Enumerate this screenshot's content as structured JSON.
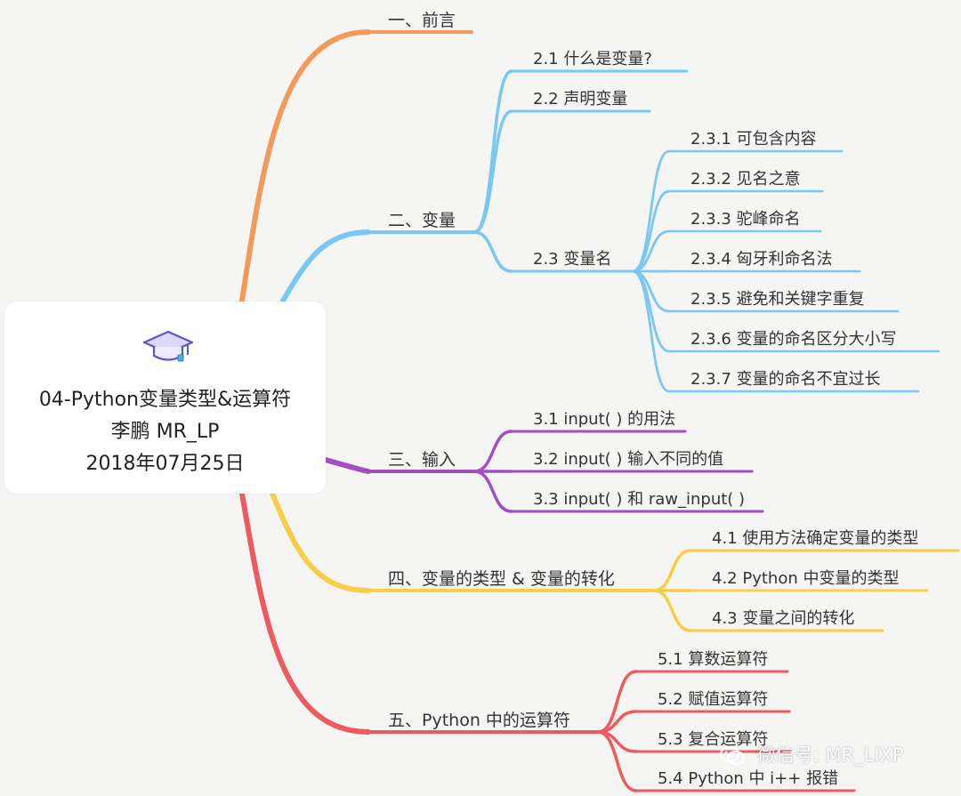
{
  "root": {
    "title": "04-Python变量类型&运算符",
    "author": "李鹏 MR_LP",
    "date": "2018年07月25日",
    "icon": "graduation-cap-icon"
  },
  "branches": [
    {
      "id": "b1",
      "label": "一、前言",
      "color": "#f39a5a",
      "children": []
    },
    {
      "id": "b2",
      "label": "二、变量",
      "color": "#79c7f2",
      "children": [
        {
          "label": "2.1 什么是变量?",
          "children": []
        },
        {
          "label": "2.2 声明变量",
          "children": []
        },
        {
          "label": "2.3 变量名",
          "children": [
            {
              "label": "2.3.1 可包含内容"
            },
            {
              "label": "2.3.2 见名之意"
            },
            {
              "label": "2.3.3 驼峰命名"
            },
            {
              "label": "2.3.4 匈牙利命名法"
            },
            {
              "label": "2.3.5 避免和关键字重复"
            },
            {
              "label": "2.3.6 变量的命名区分大小写"
            },
            {
              "label": "2.3.7 变量的命名不宜过长"
            }
          ]
        }
      ]
    },
    {
      "id": "b3",
      "label": "三、输入",
      "color": "#a24fc3",
      "children": [
        {
          "label": "3.1 input( ) 的用法",
          "children": []
        },
        {
          "label": "3.2 input( ) 输入不同的值",
          "children": []
        },
        {
          "label": "3.3 input( ) 和 raw_input( )",
          "children": []
        }
      ]
    },
    {
      "id": "b4",
      "label": "四、变量的类型 & 变量的转化",
      "color": "#f8cd49",
      "children": [
        {
          "label": "4.1 使用方法确定变量的类型",
          "children": []
        },
        {
          "label": "4.2 Python 中变量的类型",
          "children": []
        },
        {
          "label": "4.3 变量之间的转化",
          "children": []
        }
      ]
    },
    {
      "id": "b5",
      "label": "五、Python 中的运算符",
      "color": "#ef5a60",
      "children": [
        {
          "label": "5.1 算数运算符",
          "children": []
        },
        {
          "label": "5.2 赋值运算符",
          "children": []
        },
        {
          "label": "5.3 复合运算符",
          "children": []
        },
        {
          "label": "5.4 Python 中 i++ 报错",
          "children": []
        }
      ]
    }
  ],
  "watermark": {
    "text": "微信号: MR_LIXP",
    "icon": "wechat-icon"
  }
}
